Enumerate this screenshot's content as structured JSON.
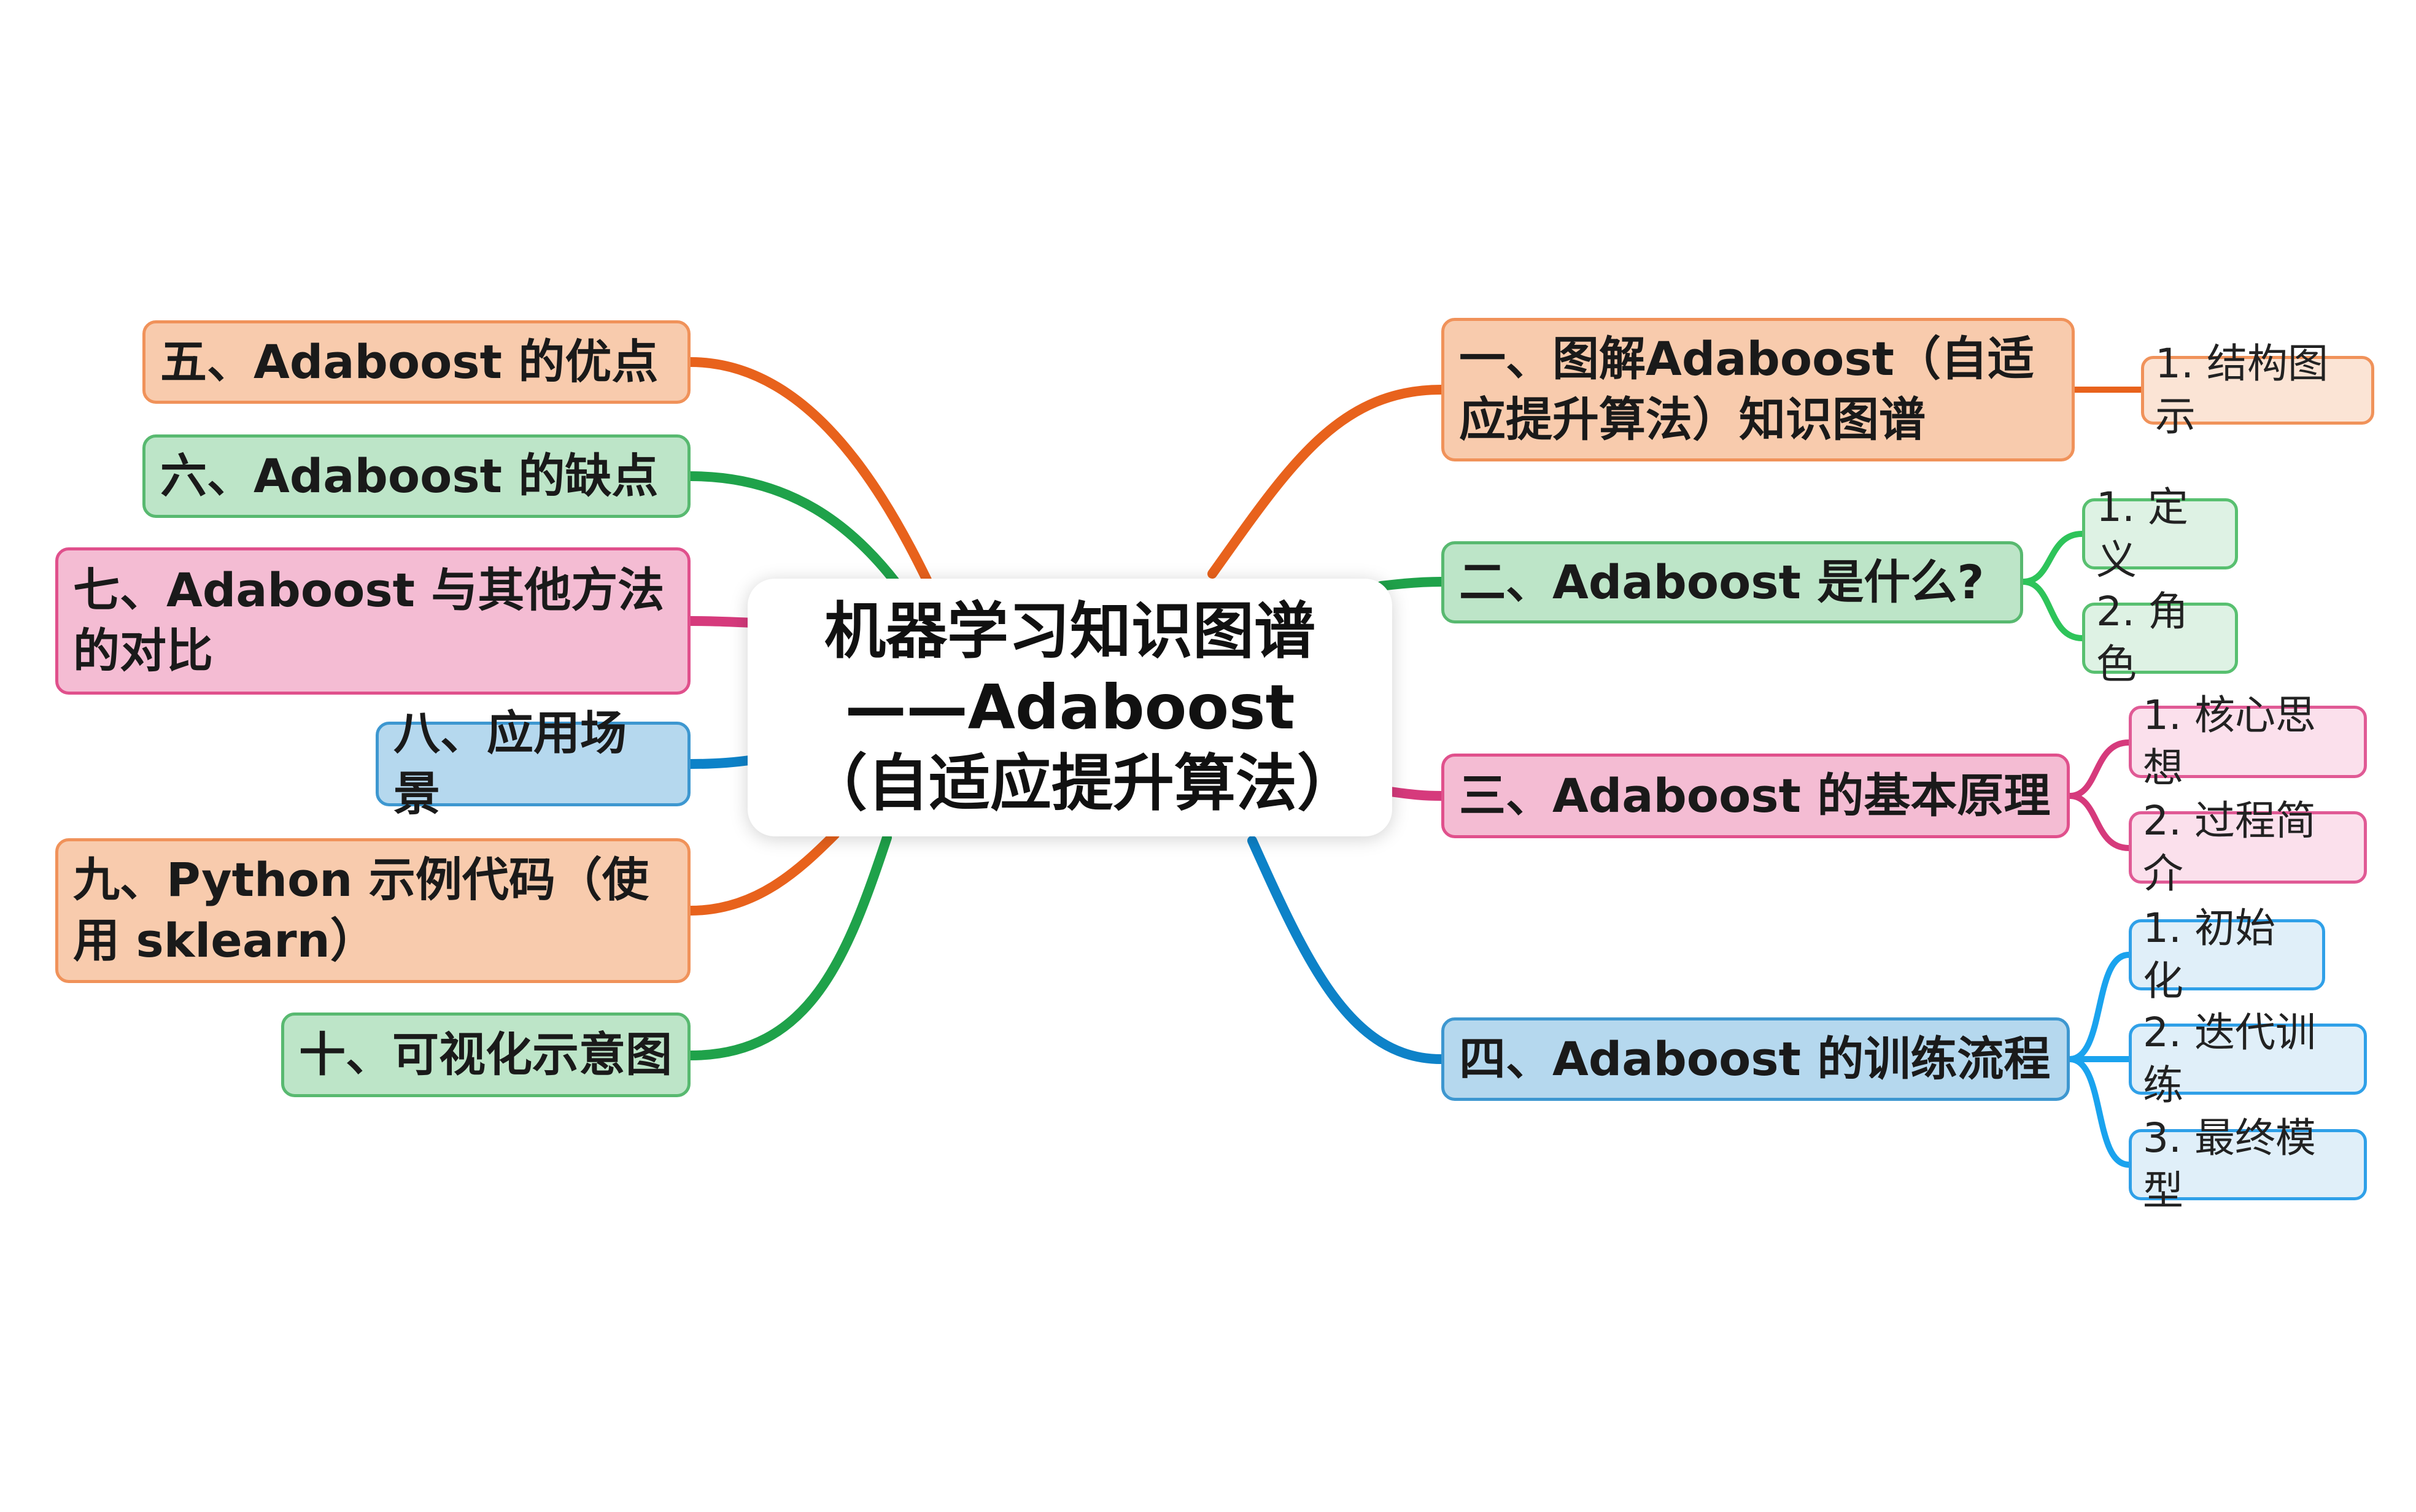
{
  "central": {
    "title": "机器学习知识图谱——Adaboost（自适应提升算法）"
  },
  "colors": {
    "orange": "#e8621c",
    "green": "#1fa24a",
    "pink": "#d63a7c",
    "blue": "#0d82c8",
    "leaf_green": "#2ec45a",
    "leaf_blue": "#1aa3ee"
  },
  "branches": [
    {
      "label": "一、图解Adaboost（自适应提升算法）知识图谱",
      "children": [
        {
          "label": "1. 结构图示"
        }
      ]
    },
    {
      "label": "二、Adaboost 是什么?",
      "children": [
        {
          "label": "1. 定义"
        },
        {
          "label": "2. 角色"
        }
      ]
    },
    {
      "label": "三、Adaboost 的基本原理",
      "children": [
        {
          "label": "1. 核心思想"
        },
        {
          "label": "2. 过程简介"
        }
      ]
    },
    {
      "label": "四、Adaboost 的训练流程",
      "children": [
        {
          "label": "1. 初始化"
        },
        {
          "label": "2. 迭代训练"
        },
        {
          "label": "3. 最终模型"
        }
      ]
    },
    {
      "label": "五、Adaboost 的优点",
      "children": []
    },
    {
      "label": "六、Adaboost 的缺点",
      "children": []
    },
    {
      "label": "七、Adaboost 与其他方法的对比",
      "children": []
    },
    {
      "label": "八、应用场景",
      "children": []
    },
    {
      "label": "九、Python 示例代码（使用 sklearn）",
      "children": []
    },
    {
      "label": "十、可视化示意图",
      "children": []
    }
  ]
}
